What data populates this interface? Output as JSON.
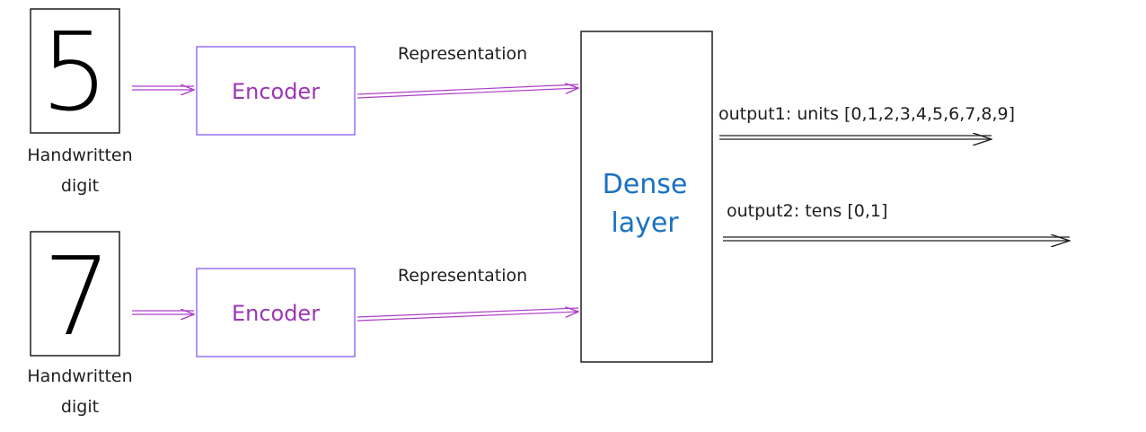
{
  "inputs": [
    {
      "digit": "5",
      "caption_line1": "Handwritten",
      "caption_line2": "digit"
    },
    {
      "digit": "7",
      "caption_line1": "Handwritten",
      "caption_line2": "digit"
    }
  ],
  "encoders": [
    {
      "label": "Encoder"
    },
    {
      "label": "Encoder"
    }
  ],
  "representations": [
    {
      "label": "Representation"
    },
    {
      "label": "Representation"
    }
  ],
  "dense": {
    "line1": "Dense",
    "line2": "layer"
  },
  "outputs": [
    {
      "label": "output1: units [0,1,2,3,4,5,6,7,8,9]"
    },
    {
      "label": "output2: tens [0,1]"
    }
  ],
  "colors": {
    "encoder_stroke": "#845ef7",
    "encoder_text": "#9c36b5",
    "arrow_purple": "#ae3ec9",
    "dense_text": "#1971c2",
    "ink": "#1e1e1e"
  }
}
